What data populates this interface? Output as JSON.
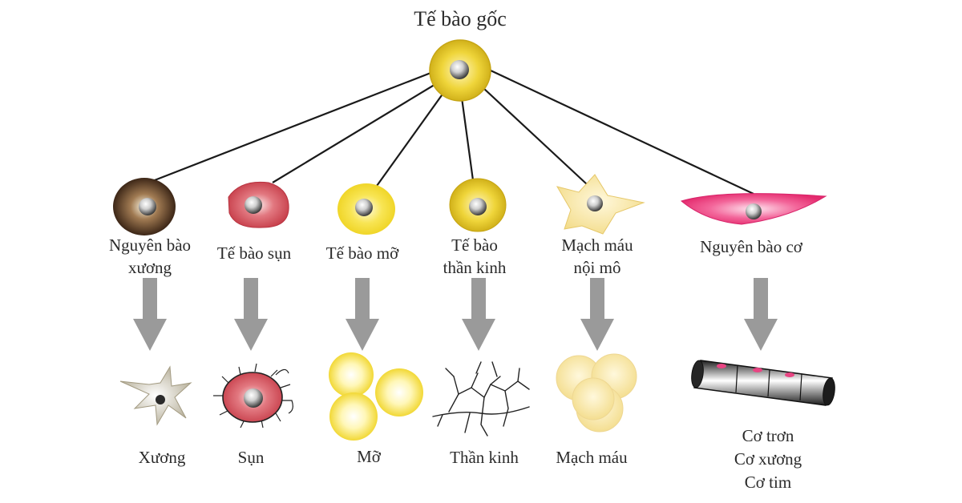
{
  "diagram": {
    "root": {
      "label": "Tế bào gốc",
      "color": "#e8c81c"
    },
    "branches": [
      {
        "id": "bone",
        "cell_lines": [
          "Nguyên bào",
          "xương"
        ],
        "tissue_lines": [
          "Xương"
        ],
        "cell_color": "#3a2418",
        "icon": "dark-round-cell-icon"
      },
      {
        "id": "cartilage",
        "cell_lines": [
          "Tế bào sụn"
        ],
        "tissue_lines": [
          "Sụn"
        ],
        "cell_color": "#d24a55",
        "icon": "red-round-cell-icon"
      },
      {
        "id": "fat",
        "cell_lines": [
          "Tế bào mỡ"
        ],
        "tissue_lines": [
          "Mỡ"
        ],
        "cell_color": "#f2d728",
        "icon": "yellow-round-cell-icon"
      },
      {
        "id": "nerve",
        "cell_lines": [
          "Tế bào",
          "thần kinh"
        ],
        "tissue_lines": [
          "Thần kinh"
        ],
        "cell_color": "#e8c81c",
        "icon": "gold-round-cell-icon"
      },
      {
        "id": "vessel",
        "cell_lines": [
          "Mạch máu",
          "nội mô"
        ],
        "tissue_lines": [
          "Mạch máu"
        ],
        "cell_color": "#f7df86",
        "icon": "star-cell-icon"
      },
      {
        "id": "muscle",
        "cell_lines": [
          "Nguyên bào cơ"
        ],
        "tissue_lines": [
          "Cơ trơn",
          "Cơ xương",
          "Cơ tim"
        ],
        "cell_color": "#ee3d7d",
        "icon": "spindle-cell-icon"
      }
    ],
    "colors": {
      "line": "#1a1a1a",
      "arrow": "#9a9a9a",
      "nucleus": "#3a3a3a"
    }
  }
}
